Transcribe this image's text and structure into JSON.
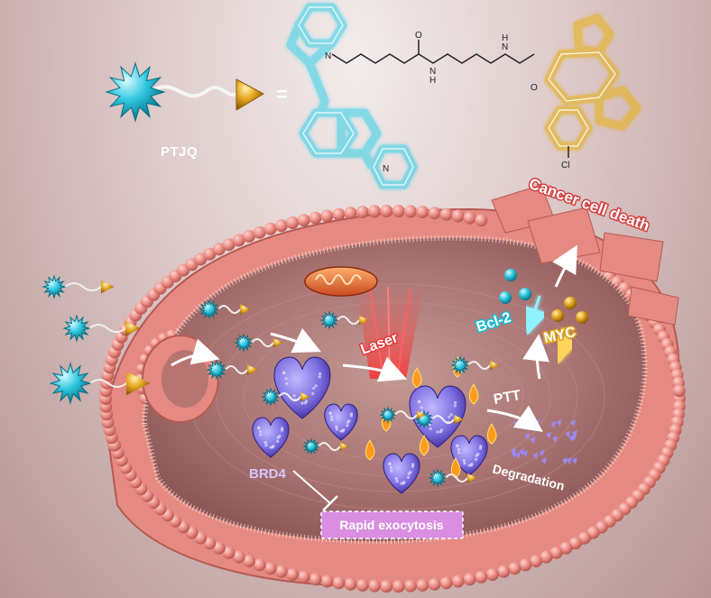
{
  "labels": {
    "ptjq": "PTJQ",
    "equals": "=",
    "cancer_cell_death": "Cancer cell death",
    "laser": "Laser",
    "bcl2": "Bcl-2",
    "myc": "MYC",
    "ptt": "PTT",
    "brd4": "BRD4",
    "degradation": "Degradation",
    "rapid_exocytosis": "Rapid exocytosis"
  },
  "structure_atoms": {
    "n_indole": "N",
    "n_quinoline": "N",
    "carbonyl_o_1": "O",
    "amide_n_1": "N",
    "amide_h_1": "H",
    "amide_n_2": "N",
    "amide_h_2": "H",
    "carbonyl_o_2": "O",
    "chloro": "Cl"
  },
  "colors": {
    "cyan": "#1fc3dd",
    "gold": "#e2b21c",
    "membrane": "#e58a82",
    "cytoplasm": "#a6706f",
    "protein": "#8677d8",
    "exocytosis_box": "#d98ee2"
  }
}
